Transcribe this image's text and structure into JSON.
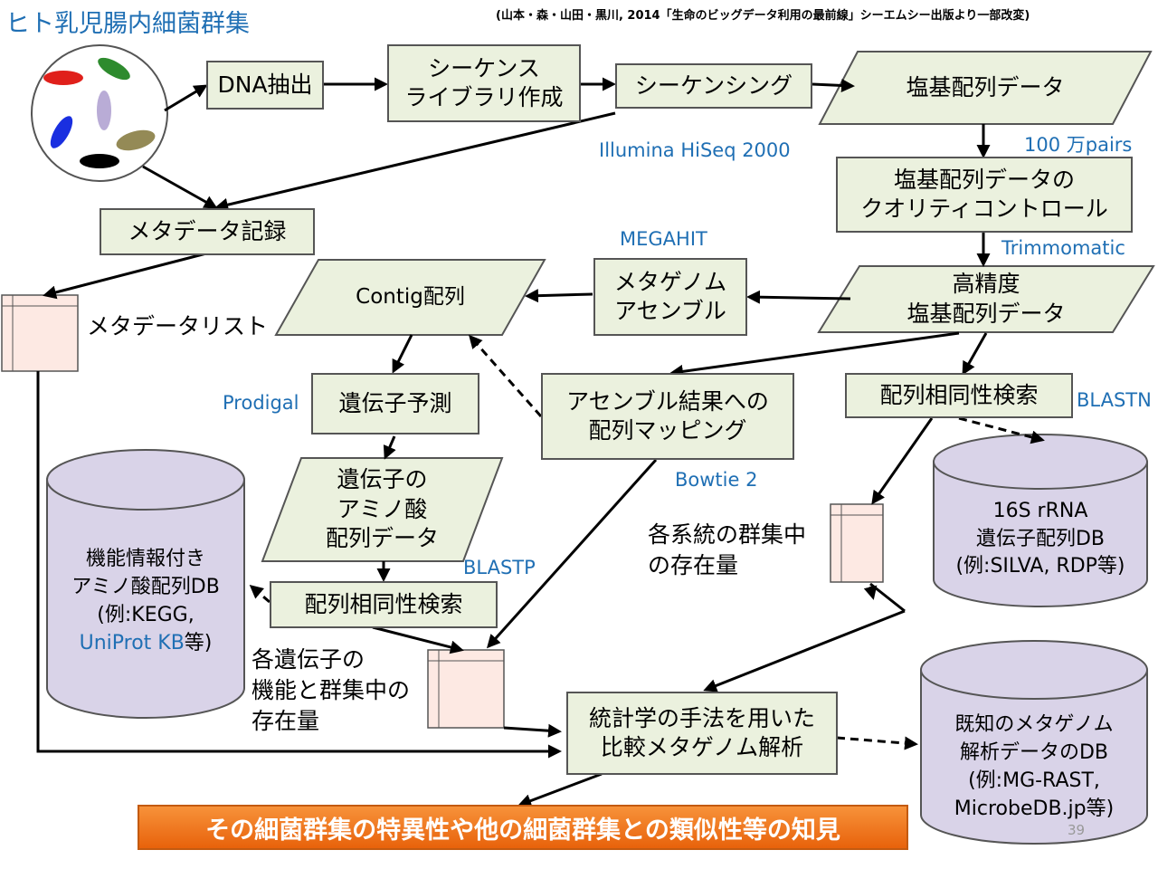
{
  "title": "ヒト乳児腸内細菌群集",
  "credit": "(山本・森・山田・黒川, 2014「生命のビッグデータ利用の最前線」シーエムシー出版より一部改変)",
  "nodes": {
    "dna": "DNA抽出",
    "library": "シーケンス\nライブラリ作成",
    "sequencing": "シーケンシング",
    "seqdata": "塩基配列データ",
    "qc": "塩基配列データの\nクオリティコントロール",
    "metadata": "メタデータ記録",
    "hq": "高精度\n塩基配列データ",
    "assembly": "メタゲノム\nアセンブル",
    "contig": "Contig配列",
    "mapping": "アセンブル結果への\n配列マッピング",
    "homology_top": "配列相同性検索",
    "genepred": "遺伝子予測",
    "aa": "遺伝子の\nアミノ酸\n配列データ",
    "homology_bottom": "配列相同性検索",
    "stats": "統計学の手法を用いた\n比較メタゲノム解析"
  },
  "databases": {
    "functional_line1": "機能情報付き",
    "functional_line2": "アミノ酸配列DB",
    "functional_line3": "(例:KEGG,",
    "functional_line4a": "UniProt KB",
    "functional_line4b": "等)",
    "rrna": "16S rRNA\n遺伝子配列DB\n(例:SILVA, RDP等)",
    "known": "既知のメタゲノム\n解析データのDB\n(例:MG-RAST,\nMicrobeDB.jp等)"
  },
  "tools": {
    "illumina": "Illumina HiSeq 2000",
    "pairs": "100 万pairs",
    "trimmomatic": "Trimmomatic",
    "megahit": "MEGAHIT",
    "prodigal": "Prodigal",
    "blastn": "BLASTN",
    "bowtie": "Bowtie 2",
    "blastp": "BLASTP"
  },
  "labels": {
    "metadata_list": "メタデータリスト",
    "lineage": "各系統の群集中\nの存在量",
    "gene_abundance": "各遺伝子の\n機能と群集中の\n存在量"
  },
  "finding": "その細菌群集の特異性や他の細菌群集との類似性等の知見",
  "page_number": "39",
  "colors": {
    "box_fill": "#ebf1de",
    "tool_text": "#1f6fb4",
    "cylinder_fill": "#d9d3e8",
    "table_fill": "#fde9e3",
    "finding_fill": "#f07c22",
    "bacteria": [
      "#e0201b",
      "#2e8b2e",
      "#b9acd6",
      "#1a2fe0",
      "#948a56",
      "#000000"
    ]
  }
}
